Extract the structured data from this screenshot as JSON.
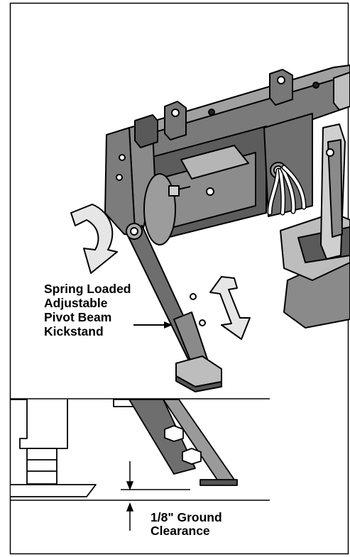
{
  "callouts": {
    "kickstand": {
      "lines": [
        "Spring Loaded",
        "Adjustable",
        "Pivot Beam",
        "Kickstand"
      ]
    },
    "clearance": {
      "lines": [
        "1/8\" Ground",
        "Clearance"
      ]
    }
  },
  "colors": {
    "steel": "#6e6e6e",
    "steel_dark": "#3c3c3c",
    "steel_light": "#a9a9a9",
    "arrow_fill": "#e6e6e6",
    "ink": "#000000"
  },
  "icons": [
    "curved-rotate-arrow-icon",
    "double-headed-adjust-arrow-icon",
    "leader-arrow-icon"
  ]
}
